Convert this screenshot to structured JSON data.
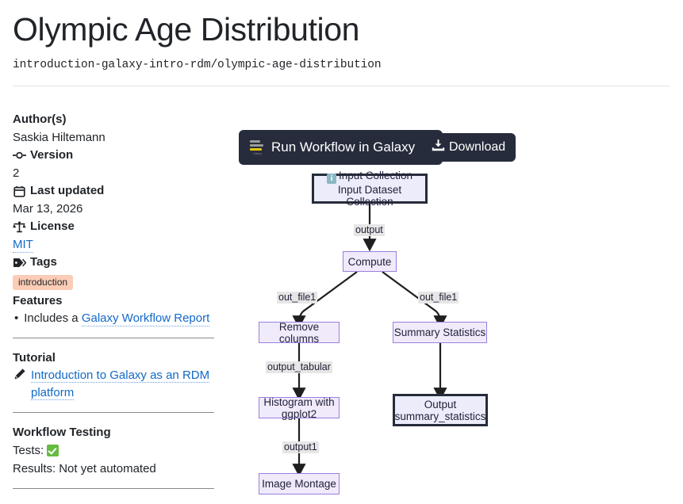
{
  "header": {
    "title": "Olympic Age Distribution",
    "slug": "introduction-galaxy-intro-rdm/olympic-age-distribution"
  },
  "sidebar": {
    "author": {
      "label": "Author(s)",
      "value": "Saskia Hiltemann"
    },
    "version": {
      "label": "Version",
      "value": "2",
      "icon": "commit-icon"
    },
    "last_updated": {
      "label": "Last updated",
      "value": "Mar 13, 2026",
      "icon": "calendar-icon"
    },
    "license": {
      "label": "License",
      "value": "MIT",
      "icon": "scale-icon"
    },
    "tags": {
      "label": "Tags",
      "icon": "tag-icon",
      "items": [
        "introduction"
      ]
    },
    "features": {
      "label": "Features",
      "items": [
        {
          "prefix": "Includes a",
          "link": "Galaxy Workflow Report"
        }
      ]
    },
    "tutorial": {
      "label": "Tutorial",
      "icon": "pencil-icon",
      "link": "Introduction to Galaxy as an RDM platform"
    },
    "testing": {
      "label": "Workflow Testing",
      "tests_label": "Tests:",
      "tests_status_icon": "green-check-icon",
      "results_label": "Results:",
      "results_value": "Not yet automated"
    }
  },
  "toolbar": {
    "run_label": "Run Workflow in Galaxy",
    "run_icon": "galaxy-logo-icon",
    "run_caret_icon": "caret-down-icon",
    "download_label": "Download",
    "download_icon": "download-icon",
    "button_bg": "#262c3b"
  },
  "workflow": {
    "colors": {
      "io_fill": "#ececfb",
      "io_border": "#262c3b",
      "proc_fill": "#f0eafb",
      "proc_border": "#9a7fe0",
      "edge": "#1f1f1f",
      "edge_label_bg": "#e6e6e6"
    },
    "nodes": [
      {
        "id": "input",
        "kind": "io",
        "icon": "info-icon",
        "line1": "Input Collection",
        "line2": "Input Dataset Collection"
      },
      {
        "id": "compute",
        "kind": "proc",
        "line1": "Compute"
      },
      {
        "id": "remove",
        "kind": "proc",
        "line1": "Remove columns"
      },
      {
        "id": "summary",
        "kind": "proc",
        "line1": "Summary Statistics"
      },
      {
        "id": "histogram",
        "kind": "proc",
        "line1": "Histogram with ggplot2"
      },
      {
        "id": "montage",
        "kind": "proc",
        "line1": "Image Montage"
      },
      {
        "id": "output",
        "kind": "io",
        "line1": "Output",
        "line2": "summary_statistics"
      }
    ],
    "edges": [
      {
        "from": "input",
        "to": "compute",
        "label": "output"
      },
      {
        "from": "compute",
        "to": "remove",
        "label": "out_file1"
      },
      {
        "from": "compute",
        "to": "summary",
        "label": "out_file1"
      },
      {
        "from": "remove",
        "to": "histogram",
        "label": "output_tabular"
      },
      {
        "from": "histogram",
        "to": "montage",
        "label": "output1"
      },
      {
        "from": "summary",
        "to": "output",
        "label": ""
      }
    ]
  }
}
